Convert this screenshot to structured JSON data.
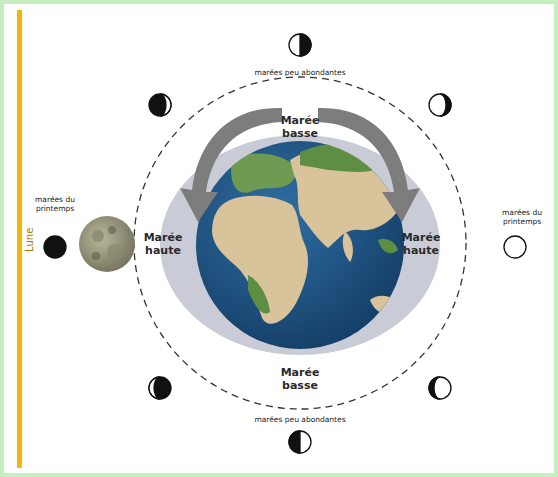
{
  "diagram": {
    "labels": [
      "Lune",
      "marées peu abondantes",
      "Marée basse",
      "marées du printemps",
      "Marée haute",
      "Marée haute",
      "marées du printemps",
      "Marée basse",
      "marées peu abondantes"
    ]
  }
}
